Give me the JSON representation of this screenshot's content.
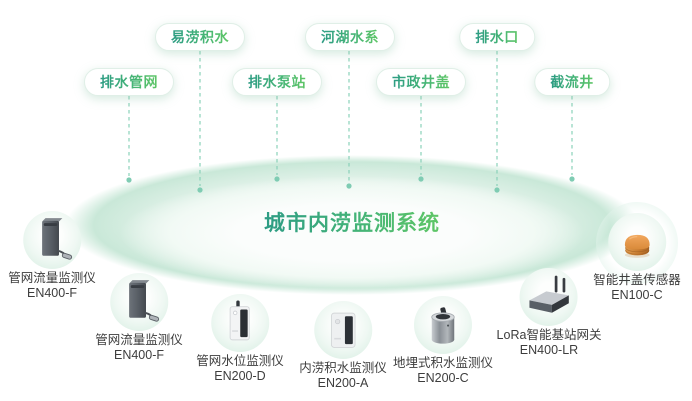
{
  "title": "城市内涝监测系统",
  "tags_row1": [
    "易涝积水",
    "河湖水系",
    "排水口"
  ],
  "tags_row2": [
    "排水管网",
    "排水泵站",
    "市政井盖",
    "截流井"
  ],
  "devices": [
    {
      "name": "管网流量监测仪",
      "model": "EN400-F",
      "icon": "flow-monitor-icon"
    },
    {
      "name": "管网流量监测仪",
      "model": "EN400-F",
      "icon": "flow-monitor-icon"
    },
    {
      "name": "管网水位监测仪",
      "model": "EN200-D",
      "icon": "water-level-monitor-icon"
    },
    {
      "name": "内涝积水监测仪",
      "model": "EN200-A",
      "icon": "waterlogging-monitor-icon"
    },
    {
      "name": "地埋式积水监测仪",
      "model": "EN200-C",
      "icon": "buried-water-monitor-icon"
    },
    {
      "name": "LoRa智能基站网关",
      "model": "EN400-LR",
      "icon": "lora-gateway-icon"
    },
    {
      "name": "智能井盖传感器",
      "model": "EN100-C",
      "icon": "manhole-sensor-icon"
    }
  ],
  "colors": {
    "accent_gradient_start": "#2d9c84",
    "accent_gradient_end": "#5fc666",
    "connector_line": "#8ad1b9",
    "ellipse_rim": "#c9e8d8",
    "device_label": "#3d3d3d",
    "manhole_sensor_orange": "#e0923f"
  }
}
